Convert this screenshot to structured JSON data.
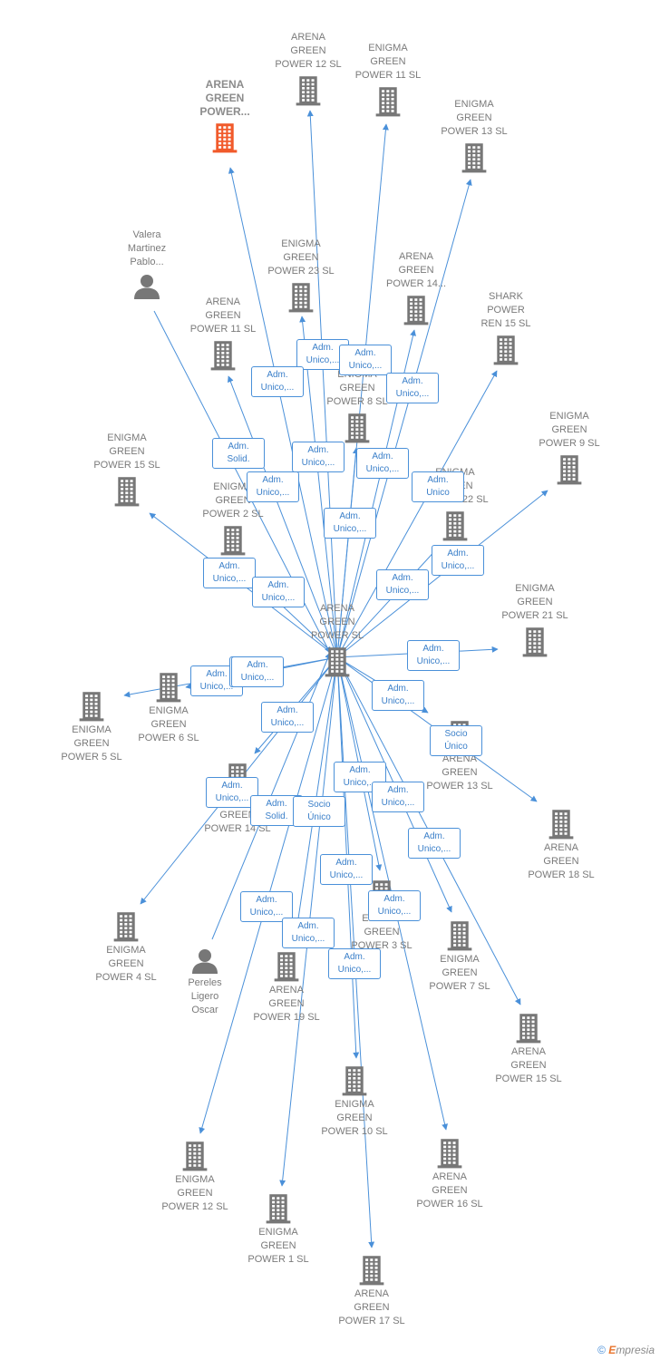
{
  "colors": {
    "edge": "#4a90d9",
    "node_icon": "#777777",
    "focus_icon": "#f15a2b",
    "label": "#7a7a7a"
  },
  "center": {
    "label": "ARENA\nGREEN\nPOWER  SL",
    "icon": "building-icon"
  },
  "nodes": [
    {
      "id": "agp-focus",
      "label": "ARENA\nGREEN\nPOWER...",
      "icon": "building-icon",
      "focus": true
    },
    {
      "id": "agp12-top",
      "label": "ARENA\nGREEN\nPOWER 12  SL",
      "icon": "building-icon"
    },
    {
      "id": "egp11",
      "label": "ENIGMA\nGREEN\nPOWER 11  SL",
      "icon": "building-icon"
    },
    {
      "id": "egp13",
      "label": "ENIGMA\nGREEN\nPOWER 13  SL",
      "icon": "building-icon"
    },
    {
      "id": "valera",
      "label": "Valera\nMartinez\nPablo...",
      "icon": "person-icon"
    },
    {
      "id": "egp23",
      "label": "ENIGMA\nGREEN\nPOWER 23  SL",
      "icon": "building-icon"
    },
    {
      "id": "agp14",
      "label": "ARENA\nGREEN\nPOWER 14...",
      "icon": "building-icon"
    },
    {
      "id": "agp11",
      "label": "ARENA\nGREEN\nPOWER 11  SL",
      "icon": "building-icon"
    },
    {
      "id": "sp15",
      "label": "SHARK\nPOWER\nREN 15  SL",
      "icon": "building-icon"
    },
    {
      "id": "egp8",
      "label": "ENIGMA\nGREEN\nPOWER 8  SL",
      "icon": "building-icon"
    },
    {
      "id": "egp9",
      "label": "ENIGMA\nGREEN\nPOWER 9  SL",
      "icon": "building-icon"
    },
    {
      "id": "egp15",
      "label": "ENIGMA\nGREEN\nPOWER 15  SL",
      "icon": "building-icon"
    },
    {
      "id": "egp2",
      "label": "ENIGMA\nGREEN\nPOWER 2  SL",
      "icon": "building-icon"
    },
    {
      "id": "egp22",
      "label": "ENIGMA\nGREEN\nPOWER 22  SL",
      "icon": "building-icon"
    },
    {
      "id": "egp21",
      "label": "ENIGMA\nGREEN\nPOWER 21  SL",
      "icon": "building-icon"
    },
    {
      "id": "egp6",
      "label": "ENIGMA\nGREEN\nPOWER 6  SL",
      "icon": "building-icon"
    },
    {
      "id": "egp5",
      "label": "ENIGMA\nGREEN\nPOWER 5  SL",
      "icon": "building-icon"
    },
    {
      "id": "agp13",
      "label": "ARENA\nGREEN\nPOWER 13  SL",
      "icon": "building-icon"
    },
    {
      "id": "agp14b",
      "label": "ARENA\nGREEN\nPOWER 14  SL",
      "icon": "building-icon"
    },
    {
      "id": "agp18",
      "label": "ARENA\nGREEN\nPOWER 18  SL",
      "icon": "building-icon"
    },
    {
      "id": "egp4",
      "label": "ENIGMA\nGREEN\nPOWER 4  SL",
      "icon": "building-icon"
    },
    {
      "id": "egp3",
      "label": "ENIGMA\nGREEN\nPOWER 3  SL",
      "icon": "building-icon"
    },
    {
      "id": "pereles",
      "label": "Pereles\nLigero\nOscar",
      "icon": "person-icon"
    },
    {
      "id": "egp7",
      "label": "ENIGMA\nGREEN\nPOWER 7  SL",
      "icon": "building-icon"
    },
    {
      "id": "agp19",
      "label": "ARENA\nGREEN\nPOWER 19  SL",
      "icon": "building-icon"
    },
    {
      "id": "agp15",
      "label": "ARENA\nGREEN\nPOWER 15  SL",
      "icon": "building-icon"
    },
    {
      "id": "egp10",
      "label": "ENIGMA\nGREEN\nPOWER 10  SL",
      "icon": "building-icon"
    },
    {
      "id": "egp12",
      "label": "ENIGMA\nGREEN\nPOWER 12  SL",
      "icon": "building-icon"
    },
    {
      "id": "agp16",
      "label": "ARENA\nGREEN\nPOWER 16  SL",
      "icon": "building-icon"
    },
    {
      "id": "egp1",
      "label": "ENIGMA\nGREEN\nPOWER 1  SL",
      "icon": "building-icon"
    },
    {
      "id": "agp17",
      "label": "ARENA\nGREEN\nPOWER 17  SL",
      "icon": "building-icon"
    }
  ],
  "relations": [
    "Adm.\nUnico,...",
    "Adm.\nUnico,...",
    "Adm.\nUnico,...",
    "Adm.\nUnico,...",
    "Adm.\nSolid.",
    "Adm.\nUnico,...",
    "Adm.\nUnico,...",
    "Adm.\nUnico,...",
    "Adm.\nUnico",
    "Adm.\nUnico,...",
    "Adm.\nUnico,...",
    "Adm.\nUnico,...",
    "Adm.\nUnico,...",
    "Adm.\nUnico,...",
    "Adm.\nUnico,...",
    "Adm.\nUnico,...",
    "Adm.\nUnico,...",
    "Adm.\nUnico,...",
    "Adm.\nUnico,...",
    "Socio\nÚnico",
    "Adm.\nUnico,...",
    "Adm.\nUnico,...",
    "Adm.\nSolid.",
    "Socio\nÚnico",
    "Adm.\nUnico,...",
    "Adm.\nUnico,...",
    "Adm.\nUnico,...",
    "Adm.\nUnico,...",
    "Adm.\nUnico,...",
    "Adm.\nUnico,...",
    "Adm.\nUnico,...",
    "Adm.\nUnico,..."
  ],
  "footer": {
    "copyright": "©",
    "brand_e": "E",
    "brand_rest": "mpresia"
  }
}
